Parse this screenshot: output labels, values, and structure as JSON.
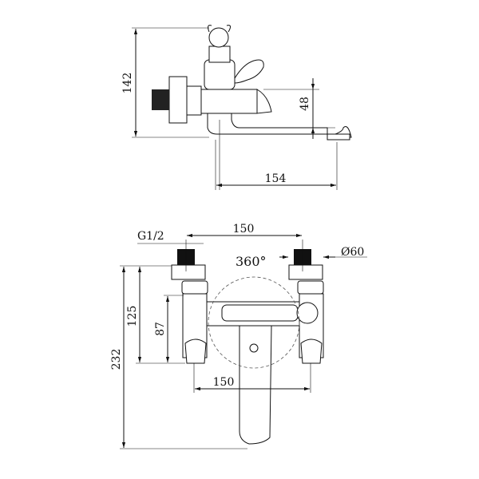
{
  "side_view": {
    "height_label": "142",
    "spout_height_label": "48",
    "spout_length_label": "154"
  },
  "top_view": {
    "thread_label": "G1/2",
    "inlet_spacing_label": "150",
    "flange_diameter_label": "Ø60",
    "rotation_label": "360°",
    "height_125_label": "125",
    "height_87_label": "87",
    "total_length_label": "232",
    "bottom_spacing_label": "150"
  },
  "colors": {
    "line": "#111111",
    "background": "#ffffff"
  }
}
